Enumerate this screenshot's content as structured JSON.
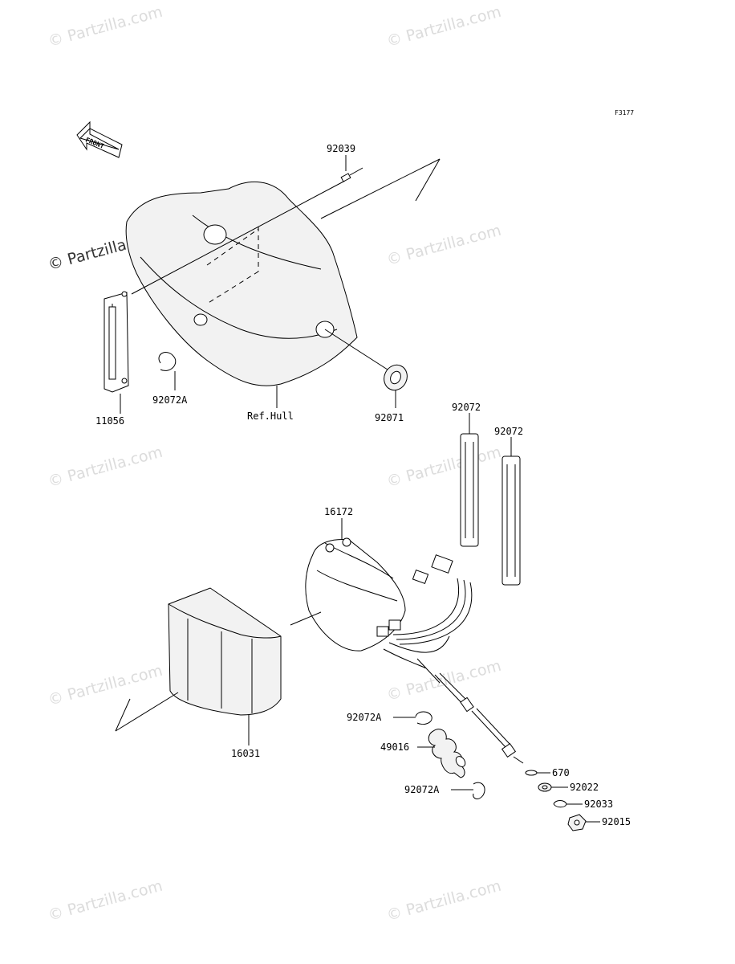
{
  "diagram": {
    "reference_code": "F3177",
    "front_arrow_label": "FRONT",
    "watermark_text": "© Partzilla.com",
    "callouts": {
      "p92039": "92039",
      "p11056": "11056",
      "p92072A_top": "92072A",
      "ref_hull": "Ref.Hull",
      "p92071": "92071",
      "p92072_a": "92072",
      "p92072_b": "92072",
      "p16172": "16172",
      "p16031": "16031",
      "p92072A_mid": "92072A",
      "p49016": "49016",
      "p92072A_low": "92072A",
      "p670": "670",
      "p92022": "92022",
      "p92033": "92033",
      "p92015": "92015"
    }
  }
}
